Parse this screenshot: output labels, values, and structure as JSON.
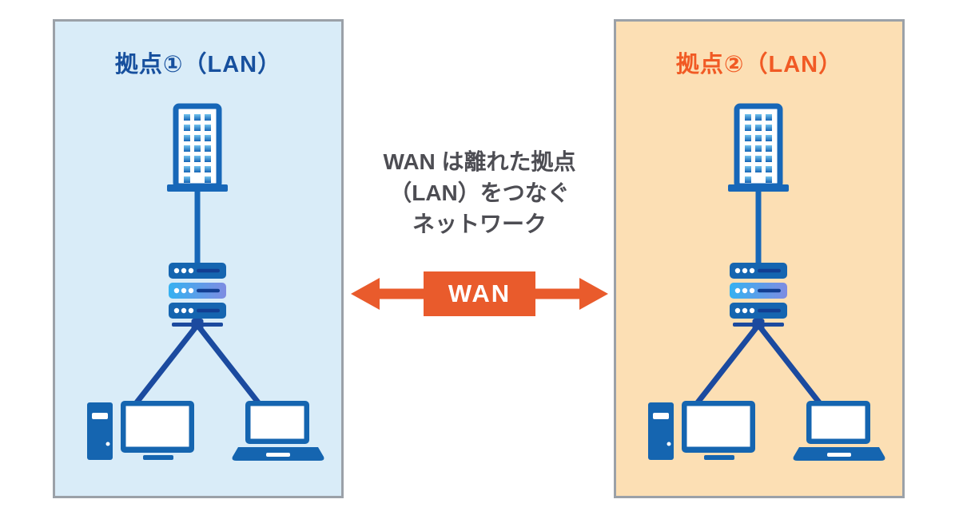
{
  "diagram": {
    "title_implicit": "WAN connects remote LAN sites",
    "sites": [
      {
        "title": "拠点①（LAN）",
        "title_color": "#17509e",
        "background": "#d9ecf8",
        "network_type": "LAN"
      },
      {
        "title": "拠点②（LAN）",
        "title_color": "#f15a24",
        "background": "#fcdfb4",
        "network_type": "LAN"
      }
    ],
    "site_icons": [
      "office-building-icon",
      "router-switch-icon",
      "pc-tower-icon",
      "monitor-icon",
      "laptop-icon"
    ],
    "wan": {
      "label": "WAN",
      "color": "#e95b2c",
      "text_color": "#ffffff",
      "style": "double-headed-arrow"
    },
    "caption": {
      "lines": [
        "WAN は離れた拠点",
        "（LAN）をつなぐ",
        "ネットワーク"
      ],
      "color": "#4d4d53"
    },
    "colors": {
      "panel_border": "#9ba1a8",
      "device_blue": "#1565b0",
      "line_blue": "#1b4a9f",
      "window_blue": "#2d96d9",
      "switch_gradient": [
        "#36b1f1",
        "#7e8ce2"
      ]
    }
  }
}
